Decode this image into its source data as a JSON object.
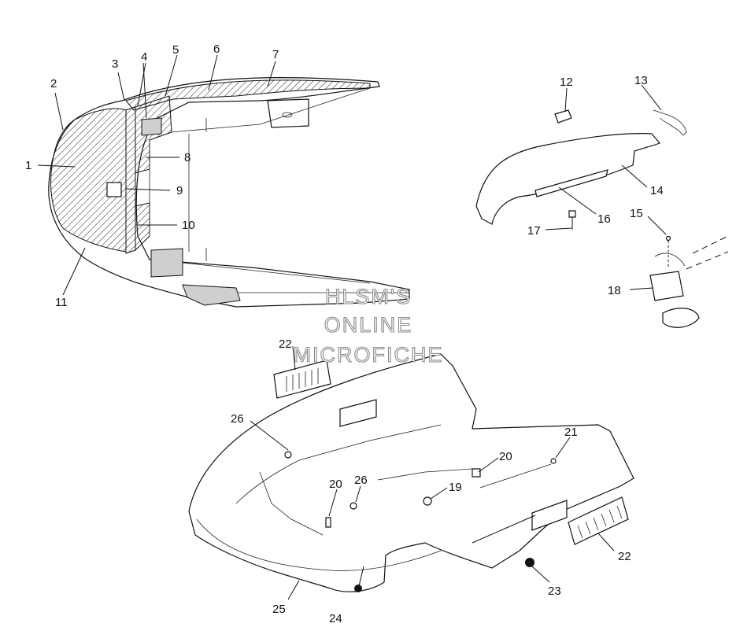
{
  "callouts": [
    {
      "id": "c1",
      "text": "1"
    },
    {
      "id": "c2",
      "text": "2"
    },
    {
      "id": "c3",
      "text": "3"
    },
    {
      "id": "c4",
      "text": "4"
    },
    {
      "id": "c5",
      "text": "5"
    },
    {
      "id": "c6",
      "text": "6"
    },
    {
      "id": "c7",
      "text": "7"
    },
    {
      "id": "c8",
      "text": "8"
    },
    {
      "id": "c9",
      "text": "9"
    },
    {
      "id": "c10",
      "text": "10"
    },
    {
      "id": "c11",
      "text": "11"
    },
    {
      "id": "c12",
      "text": "12"
    },
    {
      "id": "c13",
      "text": "13"
    },
    {
      "id": "c14",
      "text": "14"
    },
    {
      "id": "c15",
      "text": "15"
    },
    {
      "id": "c16",
      "text": "16"
    },
    {
      "id": "c17",
      "text": "17"
    },
    {
      "id": "c18",
      "text": "18"
    },
    {
      "id": "c19",
      "text": "19"
    },
    {
      "id": "c20a",
      "text": "20"
    },
    {
      "id": "c20b",
      "text": "20"
    },
    {
      "id": "c21",
      "text": "21"
    },
    {
      "id": "c22a",
      "text": "22"
    },
    {
      "id": "c22b",
      "text": "22"
    },
    {
      "id": "c23",
      "text": "23"
    },
    {
      "id": "c24",
      "text": "24"
    },
    {
      "id": "c25",
      "text": "25"
    },
    {
      "id": "c26a",
      "text": "26"
    },
    {
      "id": "c26b",
      "text": "26"
    }
  ],
  "watermark": {
    "line1": "HLSM'S",
    "line2": "ONLINE",
    "line3": "MICROFICHE"
  }
}
